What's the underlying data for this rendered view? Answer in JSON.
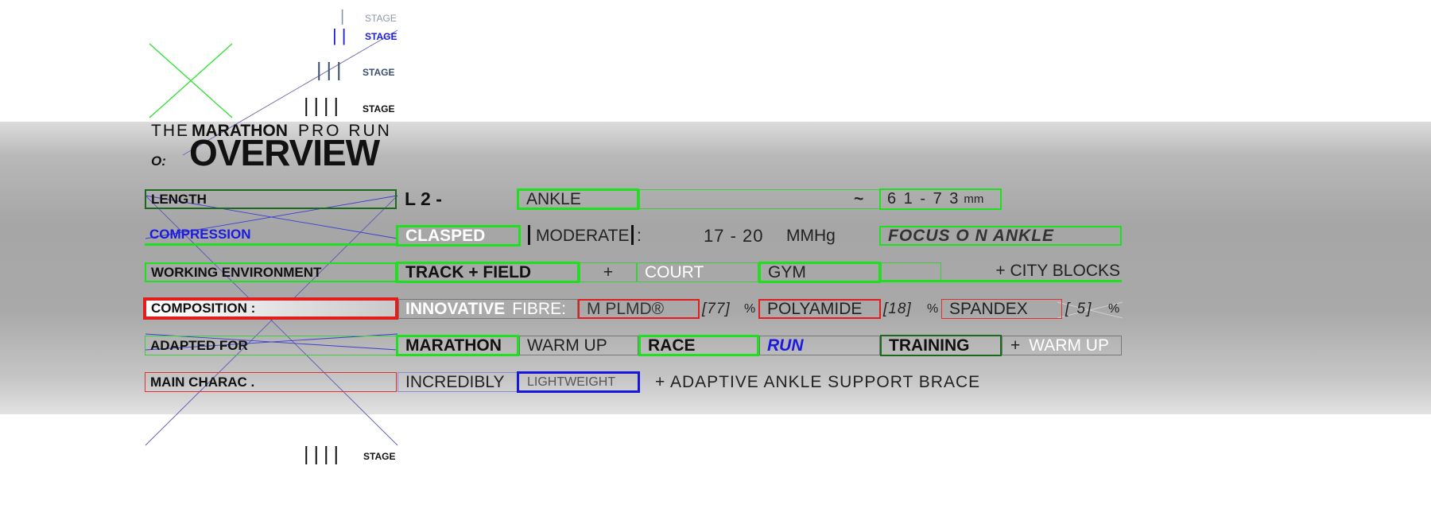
{
  "stages": {
    "s1": {
      "bars": "|",
      "label": "STAGE"
    },
    "s2": {
      "bars": "||",
      "label": "STAGE"
    },
    "s3": {
      "bars": "|||",
      "label": "STAGE"
    },
    "s4": {
      "bars": "||||",
      "label": "STAGE"
    },
    "s5": {
      "bars": "||||",
      "label": "STAGE"
    }
  },
  "header": {
    "the": "THE",
    "marathon": "MARATHON",
    "pro_run": "PRO RUN",
    "o": "O:",
    "overview": "OVERVIEW"
  },
  "rows": {
    "length": {
      "label": "LENGTH",
      "code": "L 2 -",
      "ankle": "ANKLE",
      "tilde": "~",
      "range": "6 1 - 7 3",
      "unit": "mm"
    },
    "compression": {
      "label": "COMPRESSION",
      "clasped": "CLASPED",
      "moderate": "MODERATE",
      "colon": ":",
      "mmhg": "17 - 20",
      "mmhg_unit": "MMHg",
      "focus": "FOCUS O N ANKLE"
    },
    "environment": {
      "label": "WORKING ENVIRONMENT",
      "track": "TRACK + FIELD",
      "plus": "+",
      "court": "COURT",
      "gym": "GYM",
      "city": "+ CITY BLOCKS"
    },
    "composition": {
      "label": "COMPOSITION :",
      "fibre": "INNOVATIVE",
      "fibre2": "FIBRE:",
      "m_plmd": "M PLMD®",
      "p1": "[77]",
      "pct1": "%",
      "polyamide": "POLYAMIDE",
      "p2": "[18]",
      "pct2": "%",
      "spandex": "SPANDEX",
      "p3": "[ 5]",
      "pct3": "%"
    },
    "adapted": {
      "label": "ADAPTED FOR",
      "marathon": "MARATHON",
      "warmup1": "WARM UP",
      "race": "RACE",
      "run": "RUN",
      "training": "TRAINING",
      "plus": "+",
      "warmup2": "WARM UP"
    },
    "charac": {
      "label": "MAIN CHARAC .",
      "incredibly": "INCREDIBLY",
      "lightweight": "LIGHTWEIGHT",
      "support": "+ ADAPTIVE ANKLE SUPPORT BRACE"
    }
  },
  "colors": {
    "green": "#1fe01f",
    "dark_green": "#1b6a1b",
    "red": "#e41c1c",
    "blue": "#1717d8"
  }
}
